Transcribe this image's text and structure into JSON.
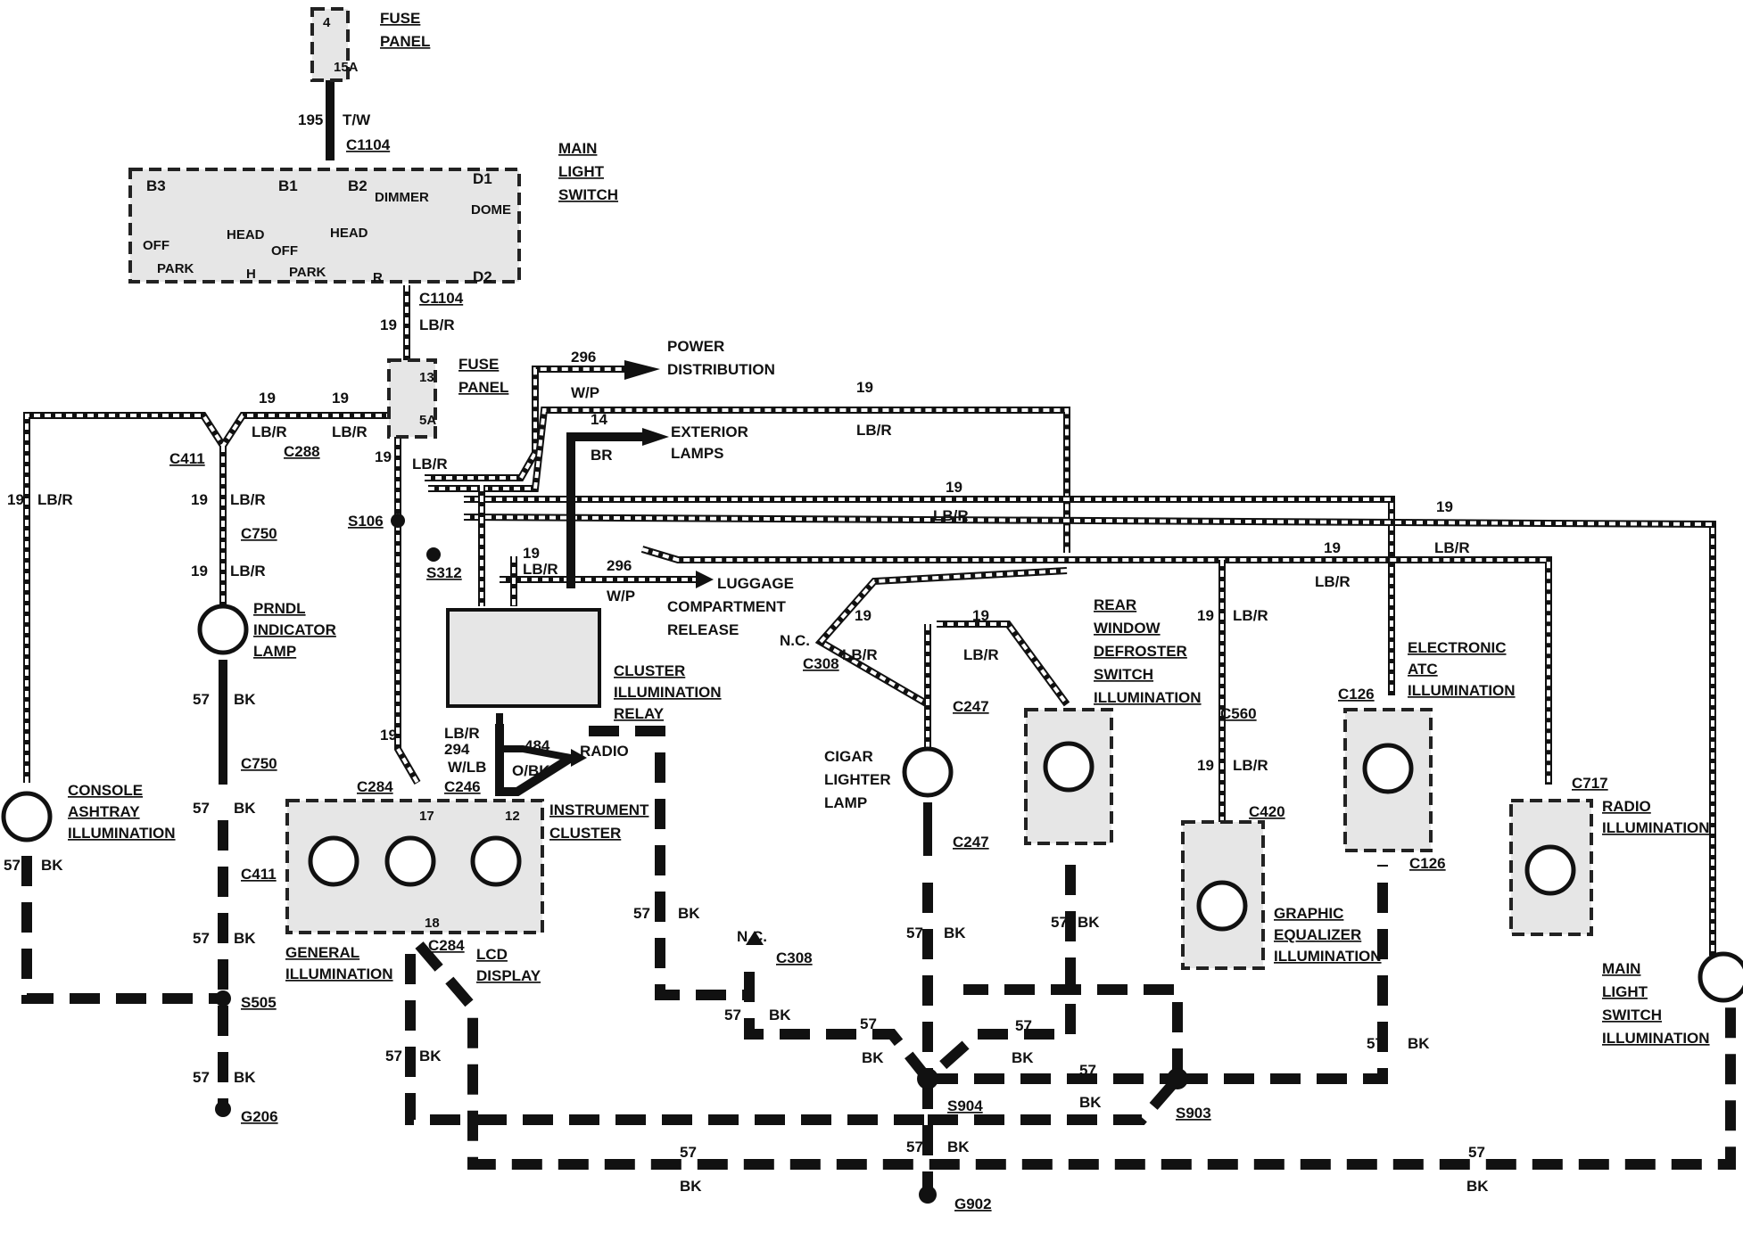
{
  "labels": {
    "fuse_panel_top": [
      "FUSE",
      "PANEL"
    ],
    "fuse_top_num": "4",
    "fuse_top_amp": "15A",
    "wire_195": "195",
    "wire_tw": "T/W",
    "c1104_top": "C1104",
    "c1104_bottom": "C1104",
    "main_light_switch": [
      "MAIN",
      "LIGHT",
      "SWITCH"
    ],
    "sw_b3": "B3",
    "sw_b1": "B1",
    "sw_b2": "B2",
    "sw_d1": "D1",
    "sw_d2": "D2",
    "sw_dimmer": "DIMMER",
    "sw_dome": "DOME",
    "sw_head1": "HEAD",
    "sw_head2": "HEAD",
    "sw_off1": "OFF",
    "sw_off2": "OFF",
    "sw_park1": "PARK",
    "sw_park2": "PARK",
    "sw_h": "H",
    "sw_r": "R",
    "fuse_panel_mid": [
      "FUSE",
      "PANEL"
    ],
    "fuse_mid_num": "13",
    "fuse_mid_amp": "5A",
    "power_distribution": [
      "POWER",
      "DISTRIBUTION"
    ],
    "exterior_lamps": [
      "EXTERIOR",
      "LAMPS"
    ],
    "luggage_release": [
      "LUGGAGE",
      "COMPARTMENT",
      "RELEASE"
    ],
    "cluster_relay": [
      "CLUSTER",
      "ILLUMINATION",
      "RELAY"
    ],
    "radio": "RADIO",
    "instrument_cluster": [
      "INSTRUMENT",
      "CLUSTER"
    ],
    "general_illumination": [
      "GENERAL",
      "ILLUMINATION"
    ],
    "lcd_display": [
      "LCD",
      "DISPLAY"
    ],
    "console_ashtray": [
      "CONSOLE",
      "ASHTRAY",
      "ILLUMINATION"
    ],
    "prndl": [
      "PRNDL",
      "INDICATOR",
      "LAMP"
    ],
    "cigar_lighter": [
      "CIGAR",
      "LIGHTER",
      "LAMP"
    ],
    "rear_window": [
      "REAR",
      "WINDOW",
      "DEFROSTER",
      "SWITCH",
      "ILLUMINATION"
    ],
    "graphic_eq": [
      "GRAPHIC",
      "EQUALIZER",
      "ILLUMINATION"
    ],
    "electronic_atc": [
      "ELECTRONIC",
      "ATC",
      "ILLUMINATION"
    ],
    "radio_illum": [
      "RADIO",
      "ILLUMINATION"
    ],
    "main_light_switch_illum": [
      "MAIN",
      "LIGHT",
      "SWITCH",
      "ILLUMINATION"
    ],
    "nc": "N.C.",
    "c308": "C308",
    "c411": "C411",
    "c750": "C750",
    "c288": "C288",
    "c284": "C284",
    "c246": "C246",
    "c247": "C247",
    "c560": "C560",
    "c420": "C420",
    "c126": "C126",
    "c717": "C717",
    "s106": "S106",
    "s312": "S312",
    "s505": "S505",
    "s904": "S904",
    "s903": "S903",
    "g206": "G206",
    "g902": "G902",
    "w19": "19",
    "w57": "57",
    "w14": "14",
    "w296": "296",
    "w294": "294",
    "w484": "484",
    "c17": "17",
    "c12": "12",
    "c18": "18",
    "lbr": "LB/R",
    "bk": "BK",
    "br": "BR",
    "wp": "W/P",
    "wlb": "W/LB",
    "obk": "O/BK"
  }
}
